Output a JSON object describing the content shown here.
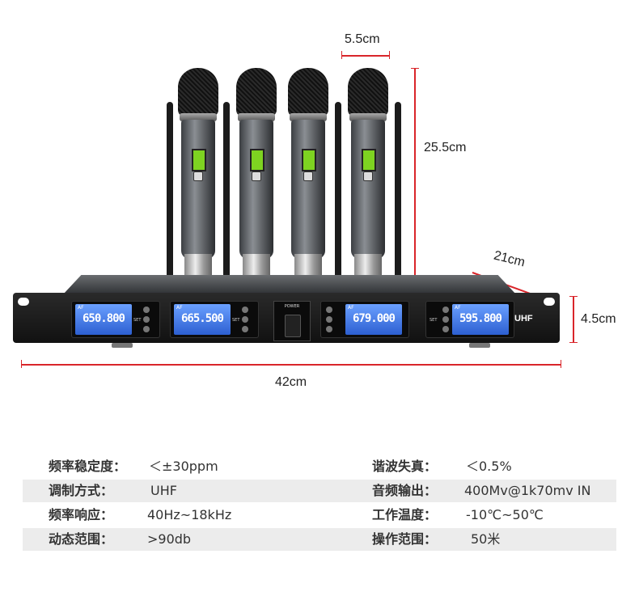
{
  "dimensions": {
    "mic_width": "5.5cm",
    "mic_height": "25.5cm",
    "depth": "21cm",
    "height": "4.5cm",
    "width": "42cm"
  },
  "receiver": {
    "channels": [
      {
        "freq": "650.800"
      },
      {
        "freq": "665.500"
      },
      {
        "freq": "679.000"
      },
      {
        "freq": "595.800"
      }
    ],
    "power_label": "POWER",
    "brand_label": "UHF",
    "set_label": "SET",
    "af_label": "AF"
  },
  "specs": [
    {
      "k1": "频率稳定度：",
      "v1": "＜±30ppm",
      "k2": "谐波失真：",
      "v2": "＜0.5%"
    },
    {
      "k1": "调制方式：",
      "v1": "UHF",
      "k2": "音频输出：",
      "v2": "400Mv@1k70mv IN"
    },
    {
      "k1": "频率响应：",
      "v1": "40Hz~18kHz",
      "k2": "工作温度：",
      "v2": "-10℃~50℃"
    },
    {
      "k1": "动态范围：",
      "v1": ">90db",
      "k2": "操作范围：",
      "v2": "50米"
    }
  ],
  "colors": {
    "dimension_line": "#d9252a",
    "screen_blue": "#2d5fd1",
    "row_shade": "#ececec"
  }
}
